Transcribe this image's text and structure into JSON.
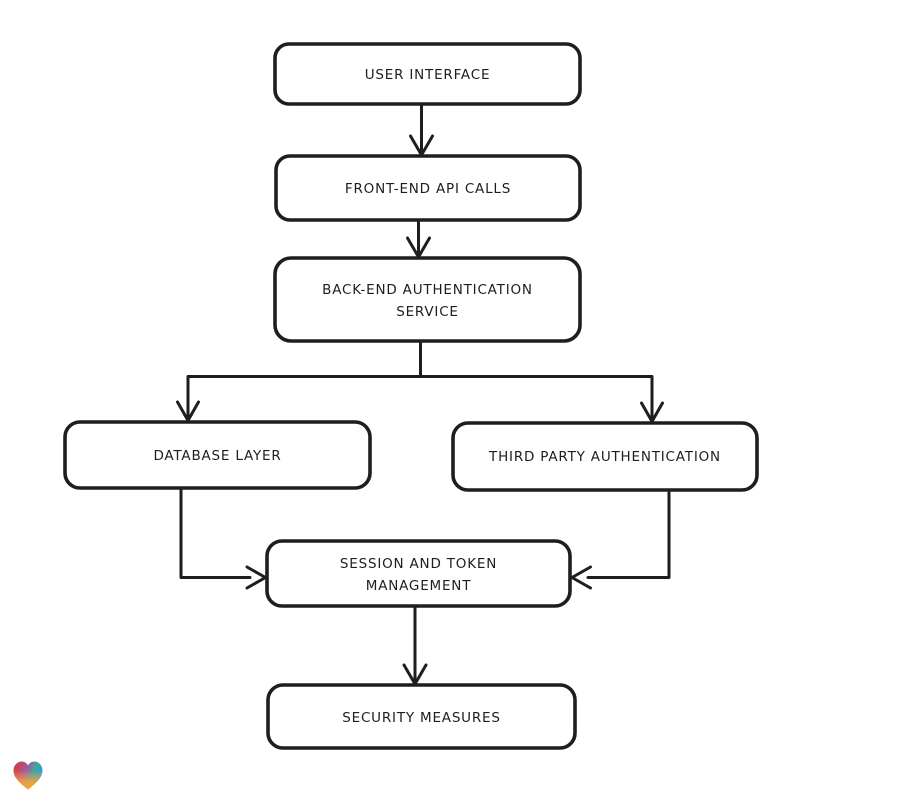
{
  "page": {
    "background_color": "#ffffff"
  },
  "diagram": {
    "style": "hand-drawn-flowchart",
    "stroke_color": "#1e1e1e",
    "node_fill_color": "#ffffff",
    "nodes": [
      {
        "id": "user-interface",
        "lines": [
          "USER INTERFACE"
        ]
      },
      {
        "id": "front-end-api-calls",
        "lines": [
          "FRONT-END API CALLS"
        ]
      },
      {
        "id": "back-end-authentication-service",
        "lines": [
          "BACK-END AUTHENTICATION",
          "SERVICE"
        ]
      },
      {
        "id": "database-layer",
        "lines": [
          "DATABASE LAYER"
        ]
      },
      {
        "id": "third-party-authentication",
        "lines": [
          "THIRD PARTY AUTHENTICATION"
        ]
      },
      {
        "id": "session-and-token-management",
        "lines": [
          "SESSION AND TOKEN",
          "MANAGEMENT"
        ]
      },
      {
        "id": "security-measures",
        "lines": [
          "SECURITY MEASURES"
        ]
      }
    ],
    "edges": [
      {
        "from": "user-interface",
        "to": "front-end-api-calls"
      },
      {
        "from": "front-end-api-calls",
        "to": "back-end-authentication-service"
      },
      {
        "from": "back-end-authentication-service",
        "to": "database-layer"
      },
      {
        "from": "back-end-authentication-service",
        "to": "third-party-authentication"
      },
      {
        "from": "database-layer",
        "to": "session-and-token-management"
      },
      {
        "from": "third-party-authentication",
        "to": "session-and-token-management"
      },
      {
        "from": "session-and-token-management",
        "to": "security-measures"
      }
    ]
  },
  "logo": {
    "icon": "gradient-heart-logo",
    "colors": {
      "red": "#e63227",
      "purple": "#a6589e",
      "teal": "#3aa79f",
      "blue": "#2f9bd8",
      "orange": "#f7a53a"
    }
  }
}
